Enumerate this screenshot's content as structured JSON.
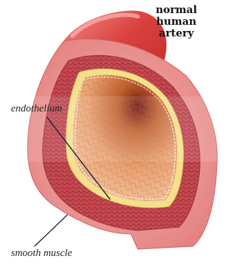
{
  "title": {
    "line1": "normal human",
    "line2": "artery"
  },
  "labels": {
    "endothelium": "endothelium",
    "smooth_muscle": "smooth muscle"
  },
  "colors": {
    "outer_wall": "#e07a78",
    "muscle_layer": "#c94a52",
    "elastic_band": "#f3e08a",
    "lumen": "#e8a070",
    "lumen_deep": "#7a1a10",
    "pointer": "#1a2a3a"
  }
}
